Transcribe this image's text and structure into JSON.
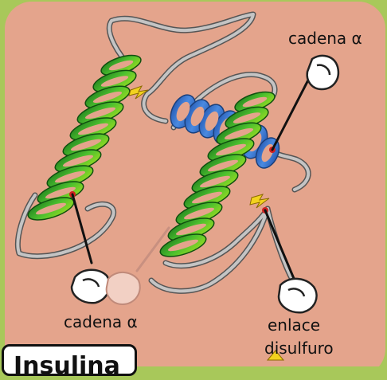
{
  "labels": {
    "alpha_chain_top": "cadena α",
    "alpha_chain_bottom": "cadena α",
    "disulfide_line1": "enlace",
    "disulfide_line2": "disulfuro"
  },
  "title": "Insulina",
  "colors": {
    "background_panel": "#e4a48c",
    "outer_frame": "#a8c85a",
    "helix_green": "#3aa02a",
    "helix_blue": "#3a78d4",
    "backbone": "#b4b4b4",
    "disulfide_bolt": "#f2d21e"
  },
  "icons": [
    "hand-pointer-icon",
    "lightning-bolt-icon"
  ]
}
